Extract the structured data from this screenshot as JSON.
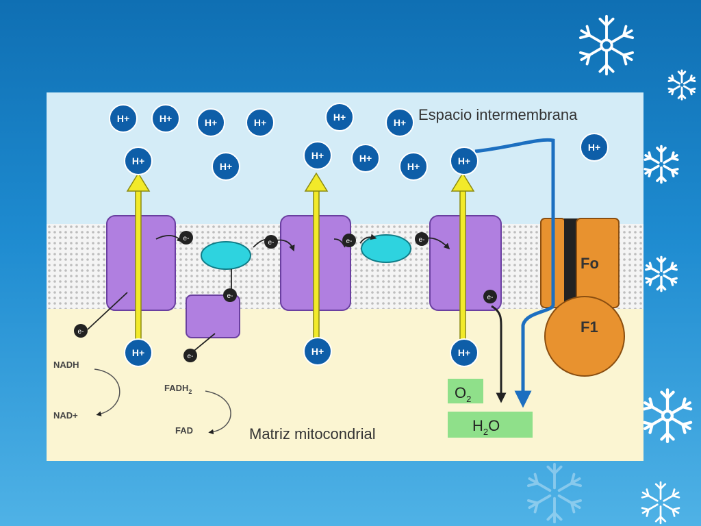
{
  "diagram": {
    "labels": {
      "intermembrane_space": "Espacio intermembrana",
      "matrix": "Matriz mitocondrial",
      "fo": "Fo",
      "f1": "F1",
      "nadh": "NADH",
      "nad": "NAD+",
      "fadh2": "FADH",
      "fadh2_sub": "2",
      "fad": "FAD",
      "o2": "O",
      "o2_sub": "2",
      "h2o_h": "H",
      "h2o_sub": "2",
      "h2o_o": "O"
    },
    "proton_label": "H+",
    "electron_label": "e-",
    "colors": {
      "intermembrane": "#d4ecf7",
      "matrix": "#fbf5d2",
      "complex": "#b07fe0",
      "carrier": "#2ed3df",
      "proton": "#0e5ea8",
      "arrow": "#f2ea2a",
      "atp_synthase": "#e8922f",
      "label_box": "#8fe08a"
    }
  }
}
